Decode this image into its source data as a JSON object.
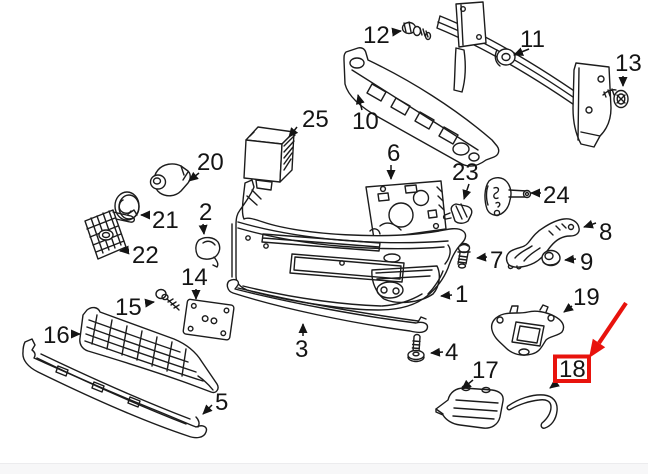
{
  "figure": {
    "type": "exploded-parts-diagram",
    "subject": "front bumper assembly",
    "background_color": "#ffffff",
    "line_color": "#1c1c1c",
    "label_color": "#141414",
    "highlight_color": "#e8130d",
    "footer_strip_color": "#f7f7f8"
  },
  "callouts": [
    {
      "label": "1"
    },
    {
      "label": "2"
    },
    {
      "label": "3"
    },
    {
      "label": "4"
    },
    {
      "label": "5"
    },
    {
      "label": "6"
    },
    {
      "label": "7"
    },
    {
      "label": "8"
    },
    {
      "label": "9"
    },
    {
      "label": "10"
    },
    {
      "label": "11"
    },
    {
      "label": "12"
    },
    {
      "label": "13"
    },
    {
      "label": "14"
    },
    {
      "label": "15"
    },
    {
      "label": "16"
    },
    {
      "label": "17"
    },
    {
      "label": "18"
    },
    {
      "label": "19"
    },
    {
      "label": "20"
    },
    {
      "label": "21"
    },
    {
      "label": "22"
    },
    {
      "label": "23"
    },
    {
      "label": "24"
    },
    {
      "label": "25"
    }
  ],
  "highlight": {
    "callout_label": "18",
    "style": "red-box-and-arrow",
    "color": "#e8130d"
  }
}
